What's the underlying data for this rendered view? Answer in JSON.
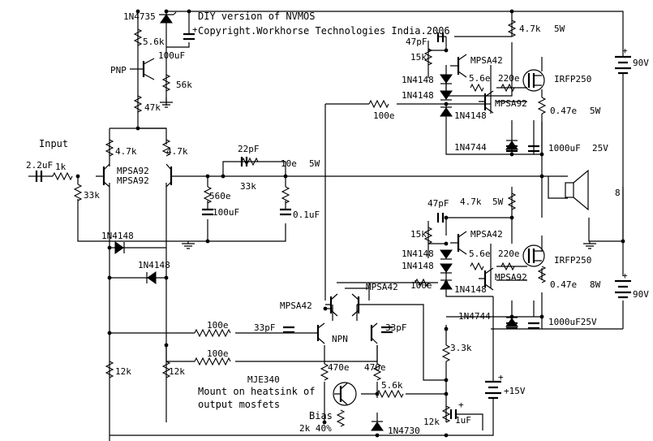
{
  "title": {
    "line1": "DIY version of NVMOS",
    "line2": "Copyright.Workhorse Technologies India.2006"
  },
  "labels": {
    "input": "Input",
    "c_in": "2.2uF",
    "r_in": "1k",
    "r_33k": "33k",
    "q_pair_a": "MPSA92",
    "q_pair_b": "MPSA92",
    "r_47k_a": "4.7k",
    "r_47k_b": "4.7k",
    "zener_top": "1N4735",
    "r_56k_top": "5.6k",
    "c_100u_top": "100uF",
    "pnp": "PNP",
    "r_56k": "56k",
    "r_47k": "47k",
    "c_22p": "22pF",
    "r_33k_fb": "33k",
    "r_560": "560e",
    "c_100u_fb": "100uF",
    "r_10e": "10e",
    "supply_5w_top": "5W",
    "c_01u": "0.1uF",
    "d_1n4148_a": "1N4148",
    "d_1n4148_b": "1N4148",
    "c_47p_top": "47pF",
    "r_15k_top": "15k",
    "q_mpsa42_top": "MPSA42",
    "d_1n4148_c": "1N4148",
    "d_1n4148_d": "1N4148",
    "r_56e_top": "5.6e",
    "r_220e_top": "220e",
    "q_irfp_top": "IRFP250",
    "q_mpsa92_top": "MPSA92",
    "r_100e_top": "100e",
    "d_1n4148_e": "1N4148",
    "r_047_top": "0.47e",
    "w_5w_a": "5W",
    "zener_1n4744_top": "1N4744",
    "c_1000u_top": "1000uF",
    "v_25v_top": "25V",
    "r_47k_top_right": "4.7k",
    "w_5w_right": "5W",
    "v_90_top": "90V",
    "speaker": "8",
    "c_47p_bot": "47pF",
    "r_47k_bot": "4.7k",
    "w_5w_bot": "5W",
    "r_15k_bot": "15k",
    "q_mpsa42_bot": "MPSA42",
    "d_1n4148_f": "1N4148",
    "d_1n4148_g": "1N4148",
    "r_56e_bot": "5.6e",
    "r_220e_bot": "220e",
    "q_irfp_bot": "IRFP250",
    "r_100e_bot": "100e",
    "d_1n4148_h": "1N4148",
    "q_mpsa92_bot": "MPSA92",
    "r_047_bot": "0.47e",
    "w_8w": "8W",
    "v_90_bot": "90V",
    "zener_1n4744_bot": "1N4744",
    "c_1000u_bot": "1000uF25V",
    "q_mpsa42_vas_a": "MPSA42",
    "q_mpsa42_vas_b": "MPSA42",
    "c_33p_a": "33pF",
    "c_33p_b": "33pF",
    "r_100e_a": "100e",
    "r_100e_b": "100e",
    "npn": "NPN",
    "r_470_a": "470e",
    "r_470_b": "470e",
    "r_12k_a": "12k",
    "r_12k_b": "12k",
    "r_33k_bias": "3.3k",
    "q_mje340": "MJE340",
    "mount_1": "Mount on heatsink of",
    "mount_2": "output mosfets",
    "r_56k_bias": "5.6k",
    "v_15": "+15V",
    "bias": "Bias",
    "pot": "2k 40%",
    "zener_1n4730": "1N4730",
    "r_12k_c": "12k",
    "c_1u": "1uF",
    "plus_a": "+",
    "plus_b": "+",
    "plus_c": "+",
    "plus_d": "+",
    "plus_e": "+"
  }
}
